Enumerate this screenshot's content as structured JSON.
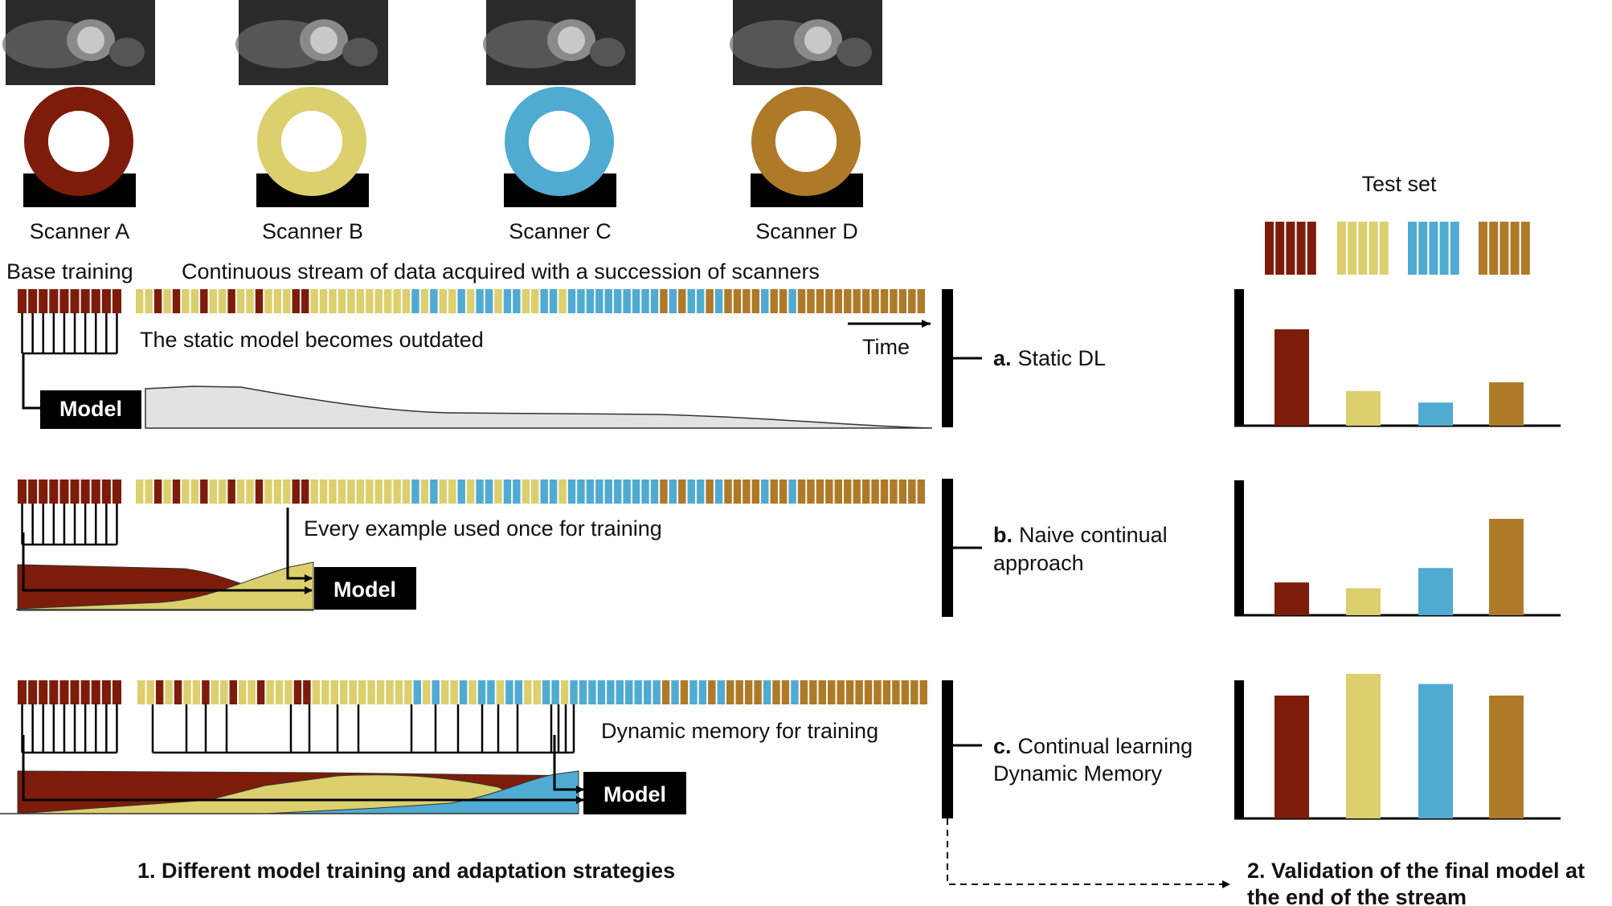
{
  "colors": {
    "scanner_a": "#7e1c0b",
    "scanner_b": "#dccf6d",
    "scanner_c": "#4fabd1",
    "scanner_d": "#ae7a28",
    "model_box": "#000000",
    "model_text": "#ffffff",
    "decay_fill": "#e2e2e2"
  },
  "scanners": [
    {
      "id": "A",
      "label": "Scanner A",
      "color_key": "scanner_a",
      "image": "cardiac-mri-thumbnail"
    },
    {
      "id": "B",
      "label": "Scanner B",
      "color_key": "scanner_b",
      "image": "cardiac-mri-thumbnail"
    },
    {
      "id": "C",
      "label": "Scanner C",
      "color_key": "scanner_c",
      "image": "cardiac-mri-thumbnail"
    },
    {
      "id": "D",
      "label": "Scanner D",
      "color_key": "scanner_d",
      "image": "cardiac-mri-thumbnail"
    }
  ],
  "header": {
    "base_training": "Base training",
    "stream": "Continuous stream of data acquired with a succession of scanners"
  },
  "stream_sequence": "BBABABBABBABBABBBAABBBBBBBBBBBCBCBBCBCCBCCBBCCBCCCCCCCCCCDCDCCDCDDDDCDDCDDDDDDDDDDDDDD",
  "strategies": {
    "a": {
      "letter": "a.",
      "name": "Static DL",
      "caption": "The static model becomes outdated",
      "time_label": "Time",
      "model_label": "Model"
    },
    "b": {
      "letter": "b.",
      "name_line1": "Naive continual",
      "name_line2": "approach",
      "caption": "Every example used once for training",
      "model_label": "Model"
    },
    "c": {
      "letter": "c.",
      "name_line1": "Continual learning",
      "name_line2": "Dynamic Memory",
      "caption": "Dynamic memory for training",
      "model_label": "Model"
    }
  },
  "test_set": {
    "title": "Test set"
  },
  "validation_charts": [
    {
      "strategy": "a",
      "values": [
        1.0,
        0.36,
        0.24,
        0.45
      ]
    },
    {
      "strategy": "b",
      "values": [
        0.34,
        0.28,
        0.49,
        1.0
      ]
    },
    {
      "strategy": "c",
      "values": [
        0.85,
        1.0,
        0.93,
        0.85
      ]
    }
  ],
  "footer": {
    "left": "1. Different model training and adaptation strategies",
    "right_line1": "2. Validation of the final model at",
    "right_line2": "the end of the stream"
  }
}
